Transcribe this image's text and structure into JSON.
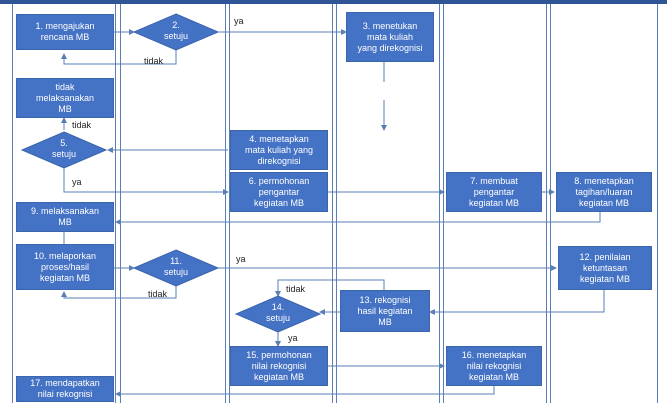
{
  "colors": {
    "box": "#4472c4",
    "line": "#5a7fb5",
    "lane_header": "#2f5597"
  },
  "steps": {
    "s1": "1. mengajukan\nrencana MB",
    "s2": "2.\nsetuju",
    "s3": "3. menetukan\nmata kuliah\nyang direkognisi",
    "s_tidak_laksana": "tidak\nmelaksanakan\nMB",
    "s4": "4. menetapkan\nmata kuliah yang\ndirekognisi",
    "s5": "5.\nsetuju",
    "s6": "6. permohonan\npengantar\nkegiatan MB",
    "s7": "7. membuat\npengantar\nkegiatan MB",
    "s8": "8. menetapkan\ntagihan/luaran\nkegiatan MB",
    "s9": "9. melaksanakan\nMB",
    "s10": "10. melaporkan\nproses/hasil\nkegiatan  MB",
    "s11": "11.\nsetuju",
    "s12": "12. penilaian\nketuntasan\nkegiatan  MB",
    "s13": "13. rekognisi\nhasil kegiatan\nMB",
    "s14": "14.\nsetuju",
    "s15": "15. permohonan\nnilai rekognisi\nkegiatan  MB",
    "s16": "16. menetapkan\nnilai rekognisi\nkegiatan  MB",
    "s17": "17. mendapatkan\nnilai rekognisi"
  },
  "labels": {
    "ya1": "ya",
    "tidak1": "tidak",
    "tidak2": "tidak",
    "ya2": "ya",
    "ya3": "ya",
    "tidak3": "tidak",
    "tidak4": "tidak",
    "ya4": "ya"
  }
}
